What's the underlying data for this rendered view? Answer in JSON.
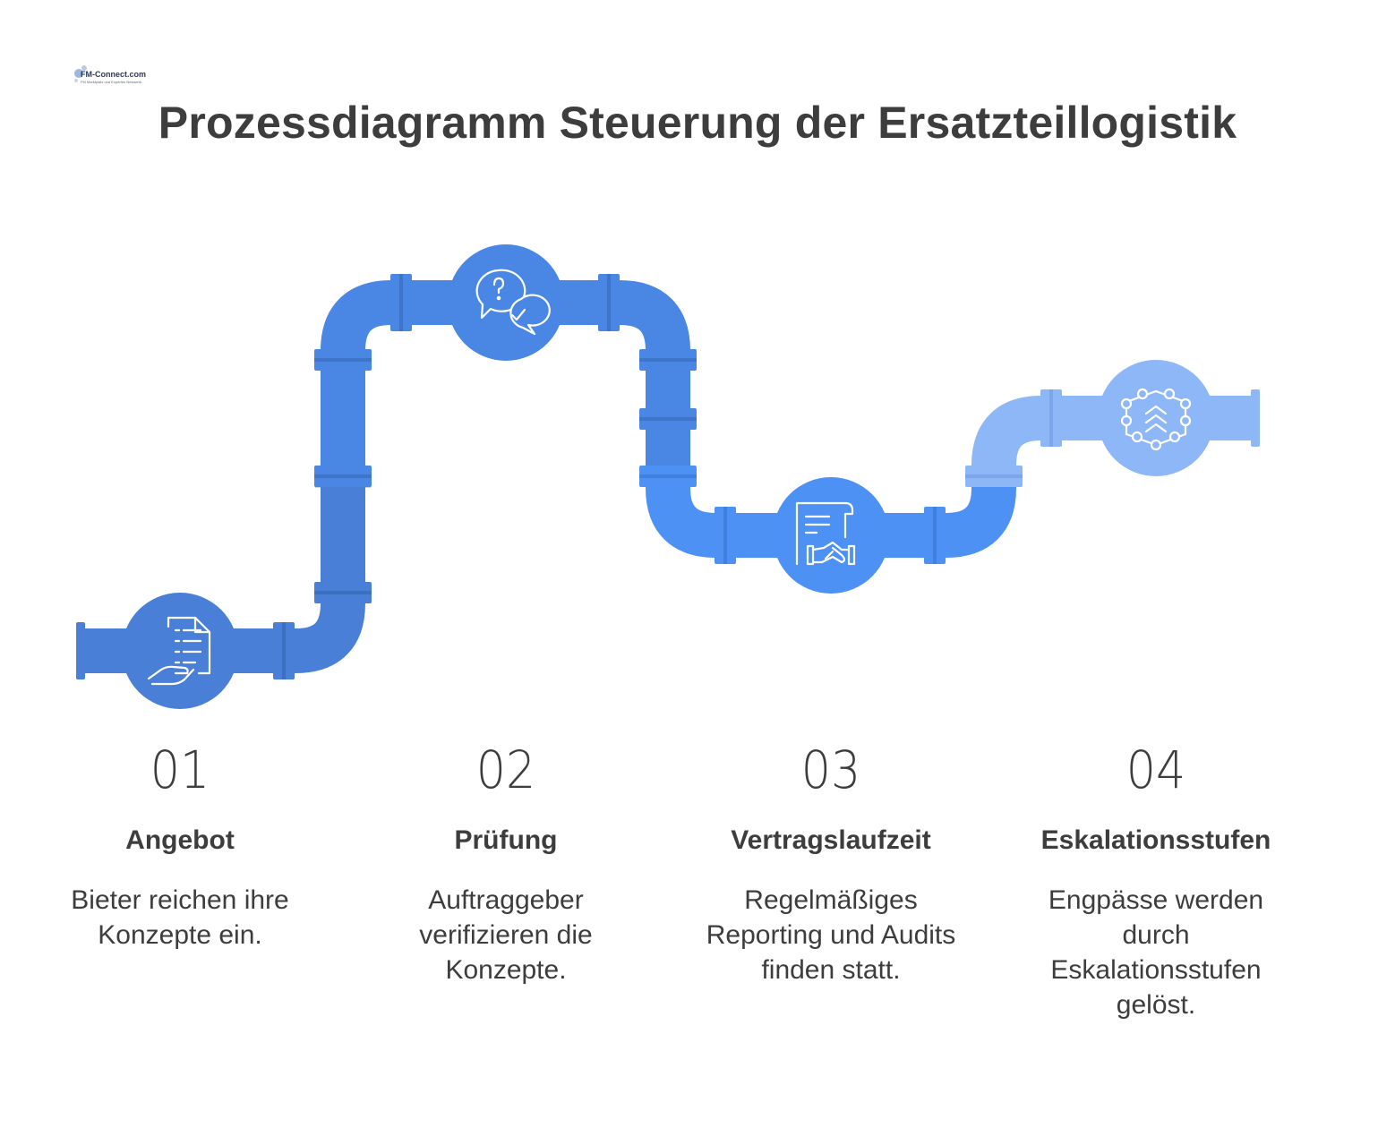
{
  "logo": {
    "text": "FM-Connect.com",
    "subtext": "FM Marktplatz und Experten Netzwerk"
  },
  "title": "Prozessdiagramm Steuerung der Ersatzteillogistik",
  "colors": {
    "step1": "#4a7fd8",
    "step2": "#4a86e3",
    "step3": "#4d91f5",
    "step4": "#8eb7f7",
    "text": "#3d3d3d"
  },
  "steps": [
    {
      "number": "01",
      "title": "Angebot",
      "description": "Bieter reichen ihre Konzepte ein.",
      "icon": "document-hand-icon"
    },
    {
      "number": "02",
      "title": "Prüfung",
      "description": "Auftraggeber verifizieren die Konzepte.",
      "icon": "question-check-bubbles-icon"
    },
    {
      "number": "03",
      "title": "Vertragslaufzeit",
      "description": "Regelmäßiges Reporting und Audits finden statt.",
      "icon": "contract-handshake-icon"
    },
    {
      "number": "04",
      "title": "Eskalationsstufen",
      "description": "Engpässe werden durch Eskalationsstufen gelöst.",
      "icon": "escalation-network-icon"
    }
  ]
}
